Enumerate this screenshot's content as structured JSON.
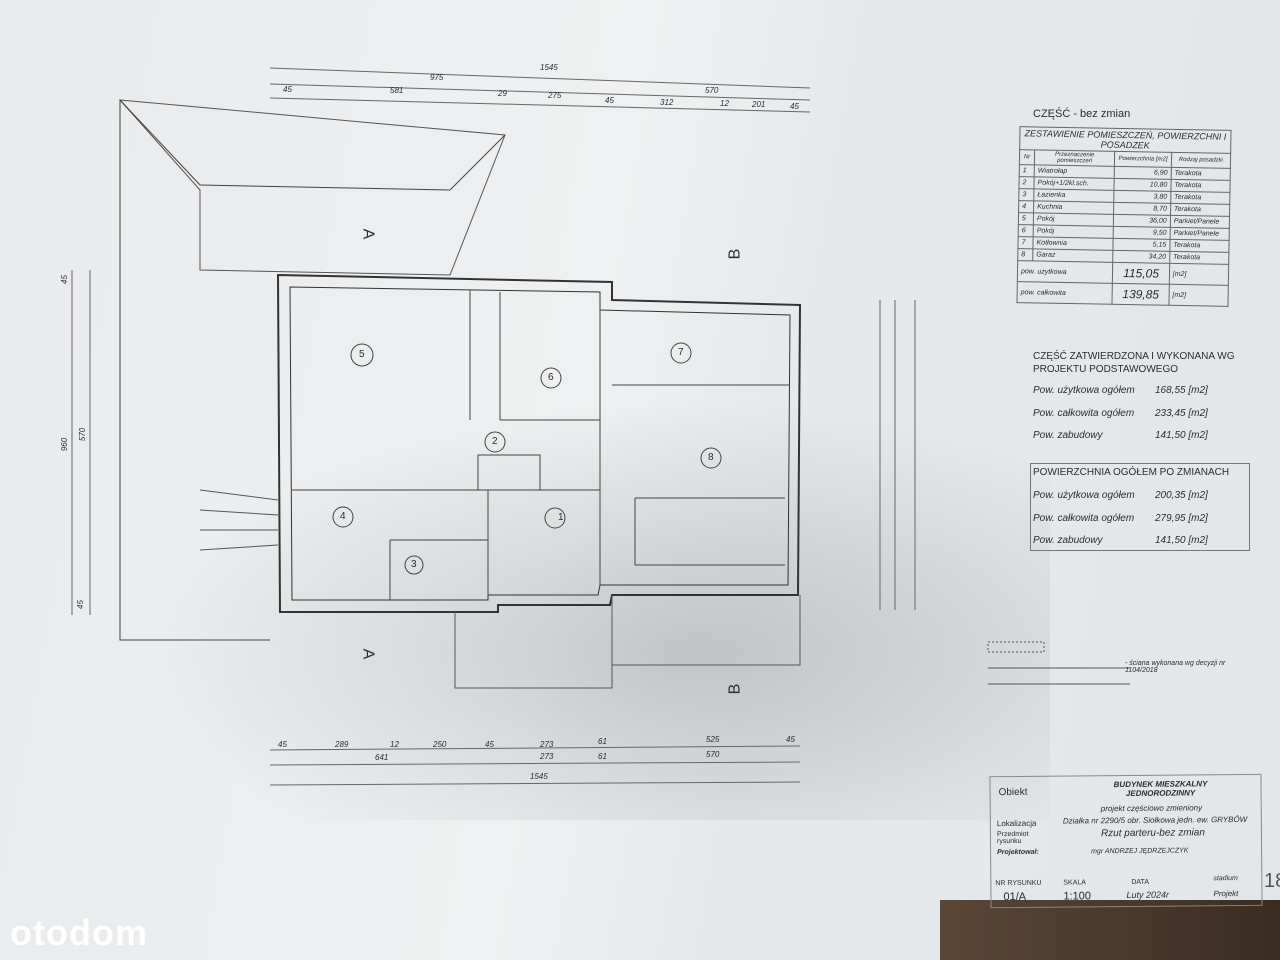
{
  "top_dimensions": {
    "total": "1545",
    "row1": [
      "975",
      "570"
    ],
    "row2": [
      "45",
      "581",
      "29",
      "275",
      "45",
      "312",
      "12",
      "201",
      "45"
    ]
  },
  "bottom_dimensions": {
    "row1": [
      "45",
      "289",
      "12",
      "250",
      "45",
      "273",
      "61",
      "525",
      "45"
    ],
    "row2": [
      "641",
      "273",
      "61",
      "570"
    ],
    "total": "1545"
  },
  "left_dimensions": [
    "45",
    "570",
    "45",
    "960"
  ],
  "section_markers": [
    "A",
    "A",
    "B",
    "B"
  ],
  "rooms": [
    "1",
    "2",
    "3",
    "4",
    "5",
    "6",
    "7",
    "8"
  ],
  "unchanged": {
    "heading": "CZĘŚĆ - bez zmian",
    "table_title": "ZESTAWIENIE POMIESZCZEŃ, POWIERZCHNI I POSADZEK",
    "columns": [
      "Nr",
      "Przeznaczenie pomieszczeń",
      "Powierzchnia [m2]",
      "Rodzaj posadzki"
    ],
    "rows": [
      [
        "1",
        "Wiatrołap",
        "6,90",
        "Terakota"
      ],
      [
        "2",
        "Pokój+1/2kl.sch.",
        "10,80",
        "Terakota"
      ],
      [
        "3",
        "Łazienka",
        "3,80",
        "Terakota"
      ],
      [
        "4",
        "Kuchnia",
        "8,70",
        "Terakota"
      ],
      [
        "5",
        "Pokój",
        "36,00",
        "Parkiet/Panele"
      ],
      [
        "6",
        "Pokój",
        "9,50",
        "Parkiet/Panele"
      ],
      [
        "7",
        "Kotłownia",
        "5,15",
        "Terakota"
      ],
      [
        "8",
        "Garaż",
        "34,20",
        "Terakota"
      ]
    ],
    "usable_label": "pow. użytkowa",
    "usable_value": "115,05",
    "total_label": "pow. całkowita",
    "total_value": "139,85",
    "unit": "[m2]"
  },
  "approved": {
    "heading": "CZĘŚĆ ZATWIERDZONA I WYKONANA WG PROJEKTU PODSTAWOWEGO",
    "rows": [
      [
        "Pow. użytkowa ogółem",
        "168,55 [m2]"
      ],
      [
        "Pow. całkowita ogółem",
        "233,45 [m2]"
      ],
      [
        "Pow. zabudowy",
        "141,50 [m2]"
      ]
    ]
  },
  "after_changes": {
    "heading": "POWIERZCHNIA OGÓŁEM PO ZMIANACH",
    "rows": [
      [
        "Pow. użytkowa ogółem",
        "200,35 [m2]"
      ],
      [
        "Pow. całkowita ogółem",
        "279,95 [m2]"
      ],
      [
        "Pow. zabudowy",
        "141,50 [m2]"
      ]
    ]
  },
  "legend": {
    "text": "- ściana wykonana wg decyzji nr 1104/2018"
  },
  "title_block": {
    "object_label": "Obiekt",
    "object": "BUDYNEK MIESZKALNY JEDNORODZINNY",
    "object_note": "projekt częściowo zmieniony",
    "location_label": "Lokalizacja",
    "location": "Działka nr 2290/5 obr. Siołkowa jedn. ew. GRYBÓW",
    "subject_label": "Przedmiot rysunku",
    "subject": "Rzut parteru-bez zmian",
    "designer_label": "Projektował:",
    "designer": "mgr ANDRZEJ JĘDRZEJCZYK",
    "drawing_no_label": "NR RYSUNKU",
    "drawing_no": "01/A",
    "scale_label": "SKALA",
    "scale": "1:100",
    "date_label": "DATA",
    "date": "Luty 2024r",
    "stage_label": "stadium",
    "stage": "Projekt",
    "page": "18"
  },
  "watermark": "otodom"
}
